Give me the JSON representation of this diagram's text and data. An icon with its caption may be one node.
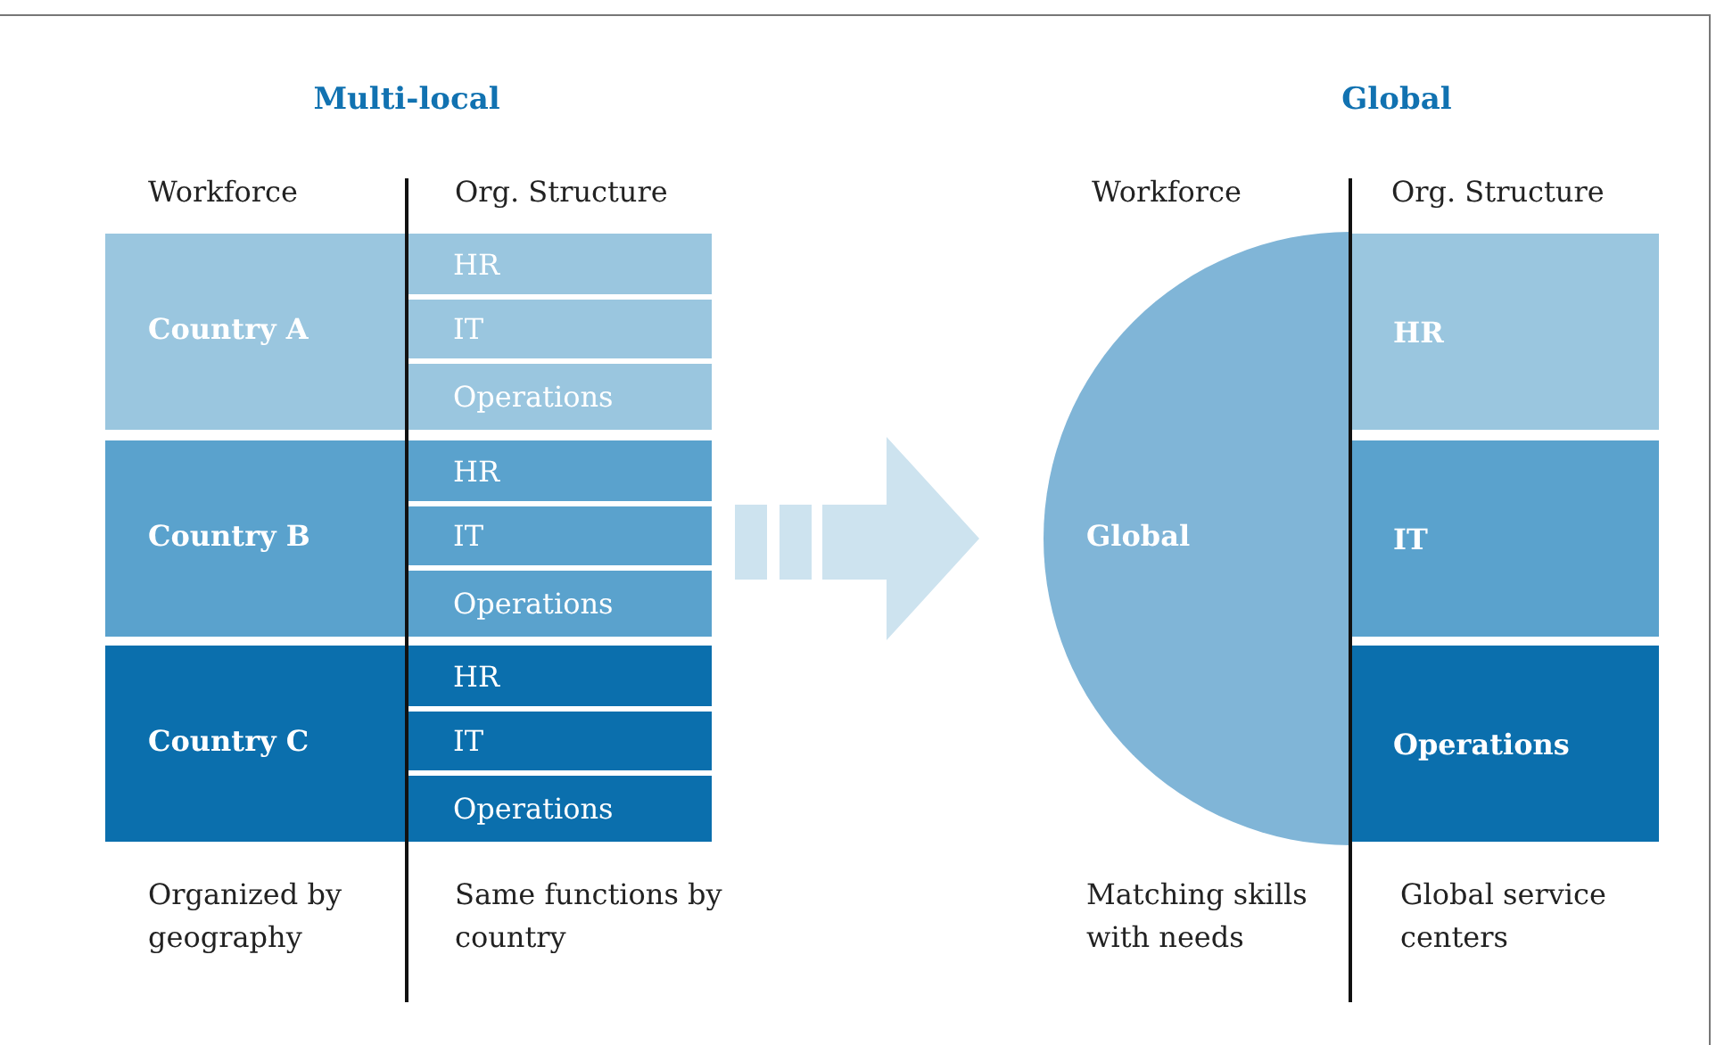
{
  "diagram": {
    "nodes": [
      {
        "text": [
          "Country A"
        ]
      },
      {
        "text": [
          "HR"
        ],
        "in": 0
      },
      {
        "text": [
          "IT"
        ],
        "in": 0
      },
      {
        "text": [
          "Operations"
        ],
        "in": 0
      },
      {
        "text": [
          "Country B"
        ]
      },
      {
        "text": [
          "HR"
        ],
        "in": 4
      },
      {
        "text": [
          "IT"
        ],
        "in": 4
      },
      {
        "text": [
          "Operations"
        ],
        "in": 4
      },
      {
        "text": [
          "Country C"
        ]
      },
      {
        "text": [
          "HR"
        ],
        "in": 8
      },
      {
        "text": [
          "IT"
        ],
        "in": 8
      },
      {
        "text": [
          "Operations"
        ],
        "in": 8
      },
      {
        "text": [
          "Global"
        ]
      },
      {
        "text": [
          "HR"
        ]
      },
      {
        "text": [
          "IT"
        ]
      },
      {
        "text": [
          "Operations"
        ]
      }
    ],
    "edges": [],
    "labels": [
      "Multi-local",
      "Global",
      "Workforce",
      "Org. Structure",
      "Workforce",
      "Org. Structure",
      "Organized by geography",
      "Same functions by country",
      "Matching skills with needs",
      "Global service centers"
    ]
  }
}
